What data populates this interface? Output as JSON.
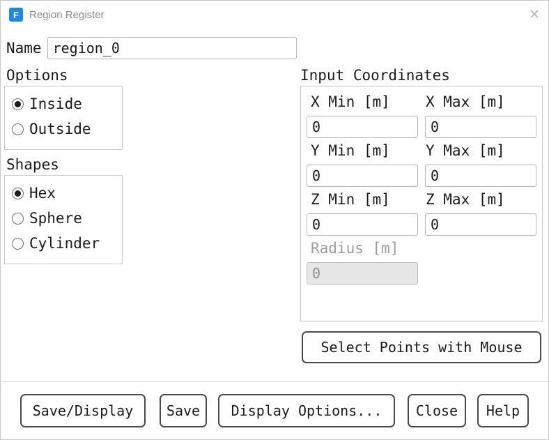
{
  "window": {
    "title": "Region Register",
    "icon_letter": "F",
    "close_glyph": "✕"
  },
  "name_field": {
    "label": "Name",
    "value": "region_0"
  },
  "options_group": {
    "title": "Options",
    "items": [
      {
        "label": "Inside",
        "selected": true
      },
      {
        "label": "Outside",
        "selected": false
      }
    ]
  },
  "shapes_group": {
    "title": "Shapes",
    "items": [
      {
        "label": "Hex",
        "selected": true
      },
      {
        "label": "Sphere",
        "selected": false
      },
      {
        "label": "Cylinder",
        "selected": false
      }
    ]
  },
  "coordinates": {
    "title": "Input Coordinates",
    "x_min": {
      "label": "X Min [m]",
      "value": "0"
    },
    "x_max": {
      "label": "X Max [m]",
      "value": "0"
    },
    "y_min": {
      "label": "Y Min [m]",
      "value": "0"
    },
    "y_max": {
      "label": "Y Max [m]",
      "value": "0"
    },
    "z_min": {
      "label": "Z Min [m]",
      "value": "0"
    },
    "z_max": {
      "label": "Z Max [m]",
      "value": "0"
    },
    "radius": {
      "label": "Radius [m]",
      "value": "0",
      "disabled": true
    },
    "select_button_label": "Select Points with Mouse"
  },
  "footer": {
    "save_display_label": "Save/Display",
    "save_label": "Save",
    "display_options_label": "Display Options...",
    "close_label": "Close",
    "help_label": "Help"
  }
}
